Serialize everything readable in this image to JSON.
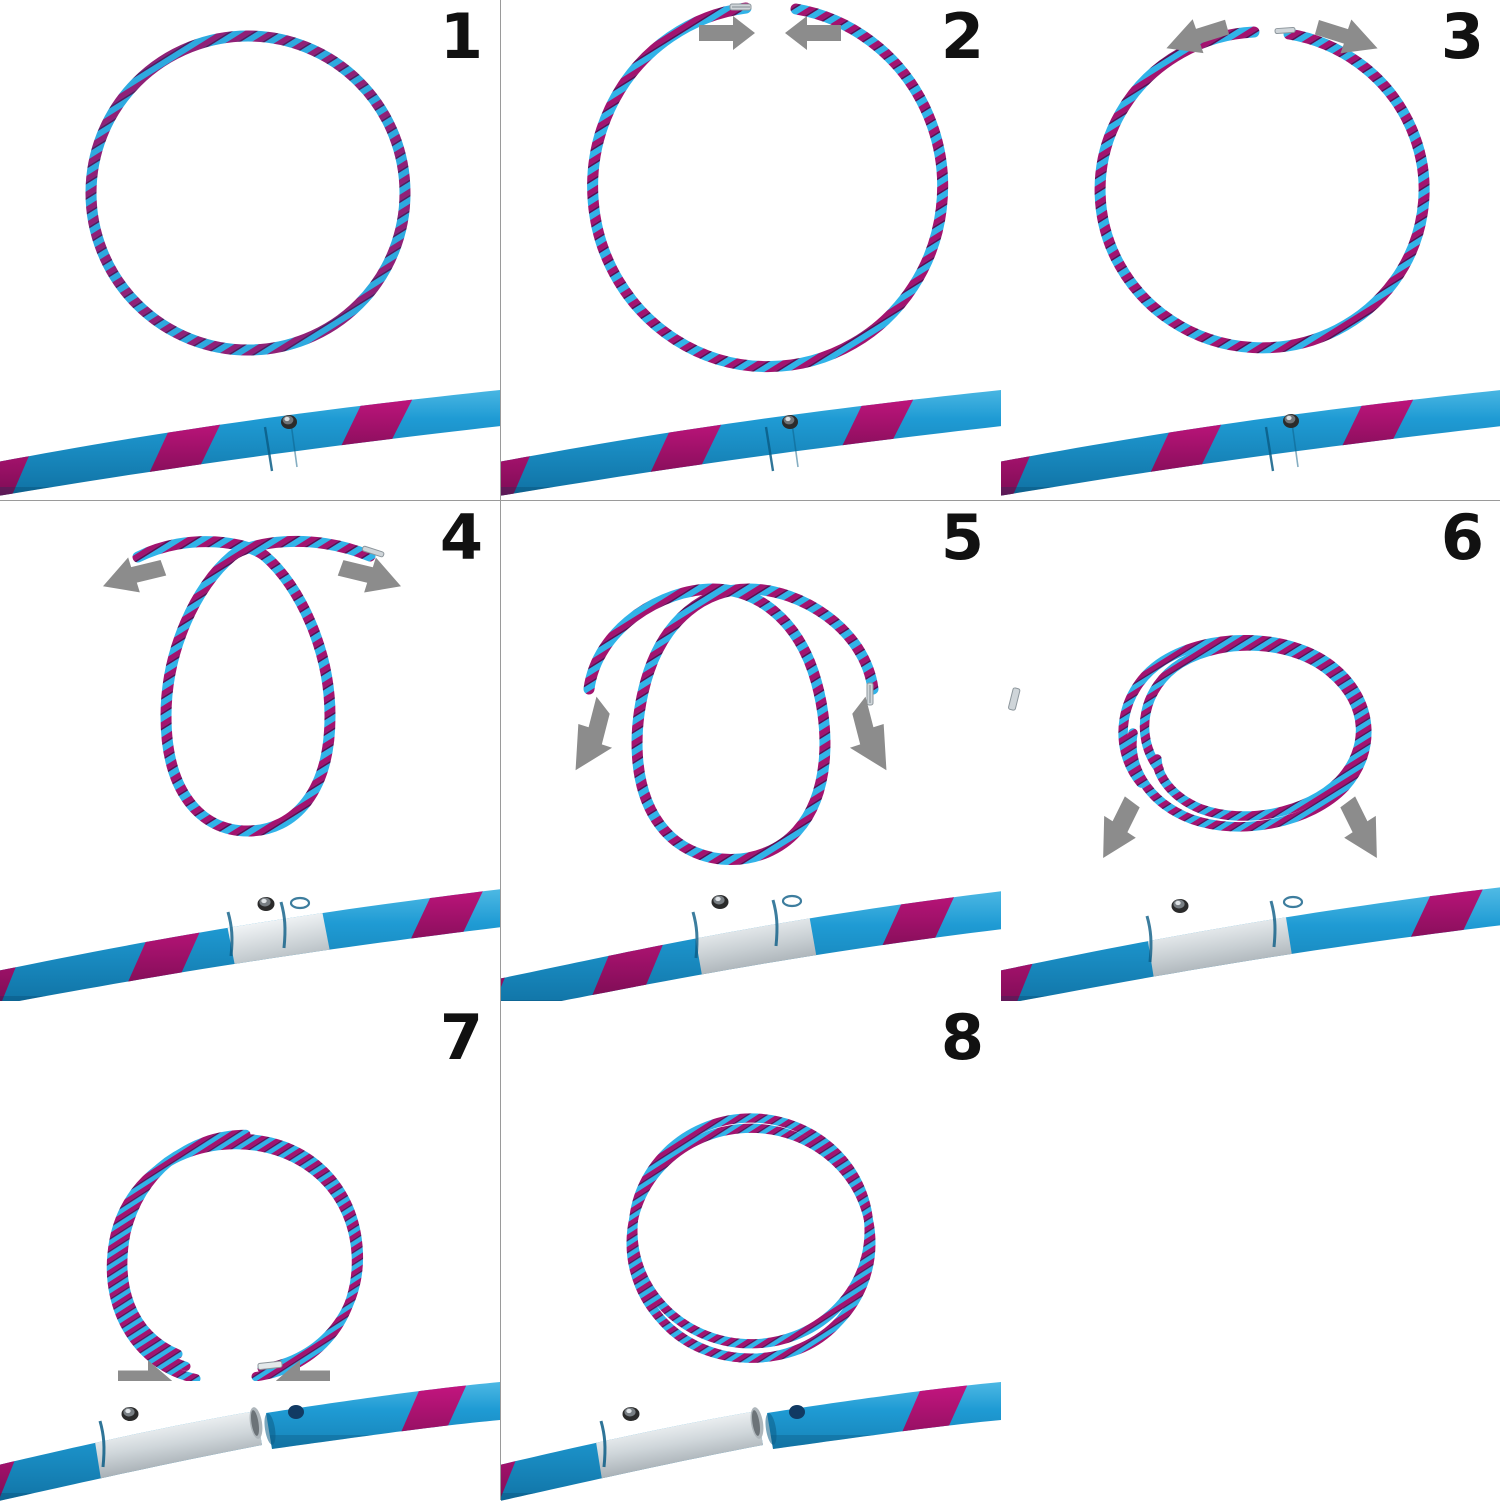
{
  "document": {
    "title": "Hula hoop assembly / collapsing instructions",
    "layout": "3x3 grid, 8 numbered steps plus one blank cell",
    "background_color": "#ffffff",
    "grid_line_color": "#9a9a9a"
  },
  "palette": {
    "hoop_blue": "#29a8e0",
    "hoop_blue_light": "#5cc8f2",
    "hoop_magenta": "#b3147a",
    "hoop_purple": "#7a1060",
    "tape_blue": "#1f9bd4",
    "tape_blue_dark": "#167eae",
    "tape_magenta": "#c2157e",
    "tape_magenta_dark": "#8e0f5c",
    "metal_light": "#e9ecee",
    "metal_mid": "#b6bcc0",
    "metal_dark": "#7e868b",
    "arrow_gray": "#8c8c8c",
    "arrow_gray_dark": "#6f6f6f",
    "number_color": "#111111",
    "screw_dark": "#2b2b2b"
  },
  "panels": [
    {
      "number": "1",
      "name": "panel-step-1",
      "illustration": "full-size-assembled-hoop",
      "hoop_shape": "closed circle",
      "arrows": [],
      "photo_caption": "taped hoop section with joint collar and rivet screw",
      "photo_features": [
        "blue tape",
        "magenta glitter tape",
        "rivet screw",
        "butt joint seam"
      ]
    },
    {
      "number": "2",
      "name": "panel-step-2",
      "illustration": "hoop-open-at-top-with-inward-arrows",
      "hoop_shape": "circle opened at top, metal pin visible on left end",
      "arrows": [
        "right-pointing",
        "left-pointing"
      ],
      "photo_caption": "taped hoop section with joint collar and rivet screw",
      "photo_features": [
        "blue tape",
        "magenta glitter tape",
        "rivet screw",
        "butt joint seam"
      ]
    },
    {
      "number": "3",
      "name": "panel-step-3",
      "illustration": "hoop-ends-pulled-apart-outward",
      "hoop_shape": "circle with small gap at top",
      "arrows": [
        "up-left-pointing",
        "up-right-pointing"
      ],
      "photo_caption": "taped hoop section with joint collar and rivet screw",
      "photo_features": [
        "blue tape",
        "magenta glitter tape",
        "rivet screw",
        "butt joint seam"
      ]
    },
    {
      "number": "4",
      "name": "panel-step-4",
      "illustration": "hoop-ends-crossed-and-pulled-outward",
      "hoop_shape": "oval with ends crossing over at top",
      "arrows": [
        "left-pointing",
        "right-pointing"
      ],
      "photo_caption": "disassembled joint showing chrome inner tube and push-button rivet",
      "photo_features": [
        "blue tape",
        "magenta glitter tape",
        "chrome tube",
        "push button",
        "button hole"
      ]
    },
    {
      "number": "5",
      "name": "panel-step-5",
      "illustration": "hoop-ends-further-crossed-with-down-arrows",
      "hoop_shape": "oval, ends splayed wide at top",
      "arrows": [
        "down-left-pointing",
        "down-right-pointing"
      ],
      "photo_caption": "disassembled joint showing chrome inner tube and push-button rivet",
      "photo_features": [
        "blue tape",
        "magenta glitter tape",
        "chrome tube",
        "push button",
        "button hole"
      ]
    },
    {
      "number": "6",
      "name": "panel-step-6",
      "illustration": "hoop-coiled-into-smaller-double-loop",
      "hoop_shape": "coiled double loop, ends overlapping, metal pin at right",
      "arrows": [
        "down-left-pointing",
        "down-right-pointing"
      ],
      "photo_caption": "disassembled joint showing chrome inner tube and push-button rivet",
      "photo_features": [
        "blue tape",
        "magenta glitter tape",
        "chrome tube",
        "push button",
        "button hole"
      ]
    },
    {
      "number": "7",
      "name": "panel-step-7",
      "illustration": "coiled-hoop-ends-being-joined",
      "hoop_shape": "small double coil, ends converging at bottom",
      "arrows": [
        "right-pointing",
        "left-pointing"
      ],
      "photo_caption": "separated hoop halves: chrome pin tube with button and matching tube with hole",
      "photo_features": [
        "chrome pin tube",
        "push button",
        "blue tape",
        "button hole",
        "magenta glitter tape"
      ]
    },
    {
      "number": "8",
      "name": "panel-step-8",
      "illustration": "coiled-hoop-closed",
      "hoop_shape": "small double coil, fully closed",
      "arrows": [],
      "photo_caption": "separated hoop halves: chrome pin tube with button and matching tube with hole",
      "photo_features": [
        "chrome pin tube",
        "push button",
        "blue tape",
        "button hole",
        "magenta glitter tape"
      ]
    },
    {
      "number": "",
      "name": "panel-empty",
      "illustration": "none",
      "hoop_shape": "",
      "arrows": [],
      "photo_caption": "",
      "photo_features": []
    }
  ]
}
